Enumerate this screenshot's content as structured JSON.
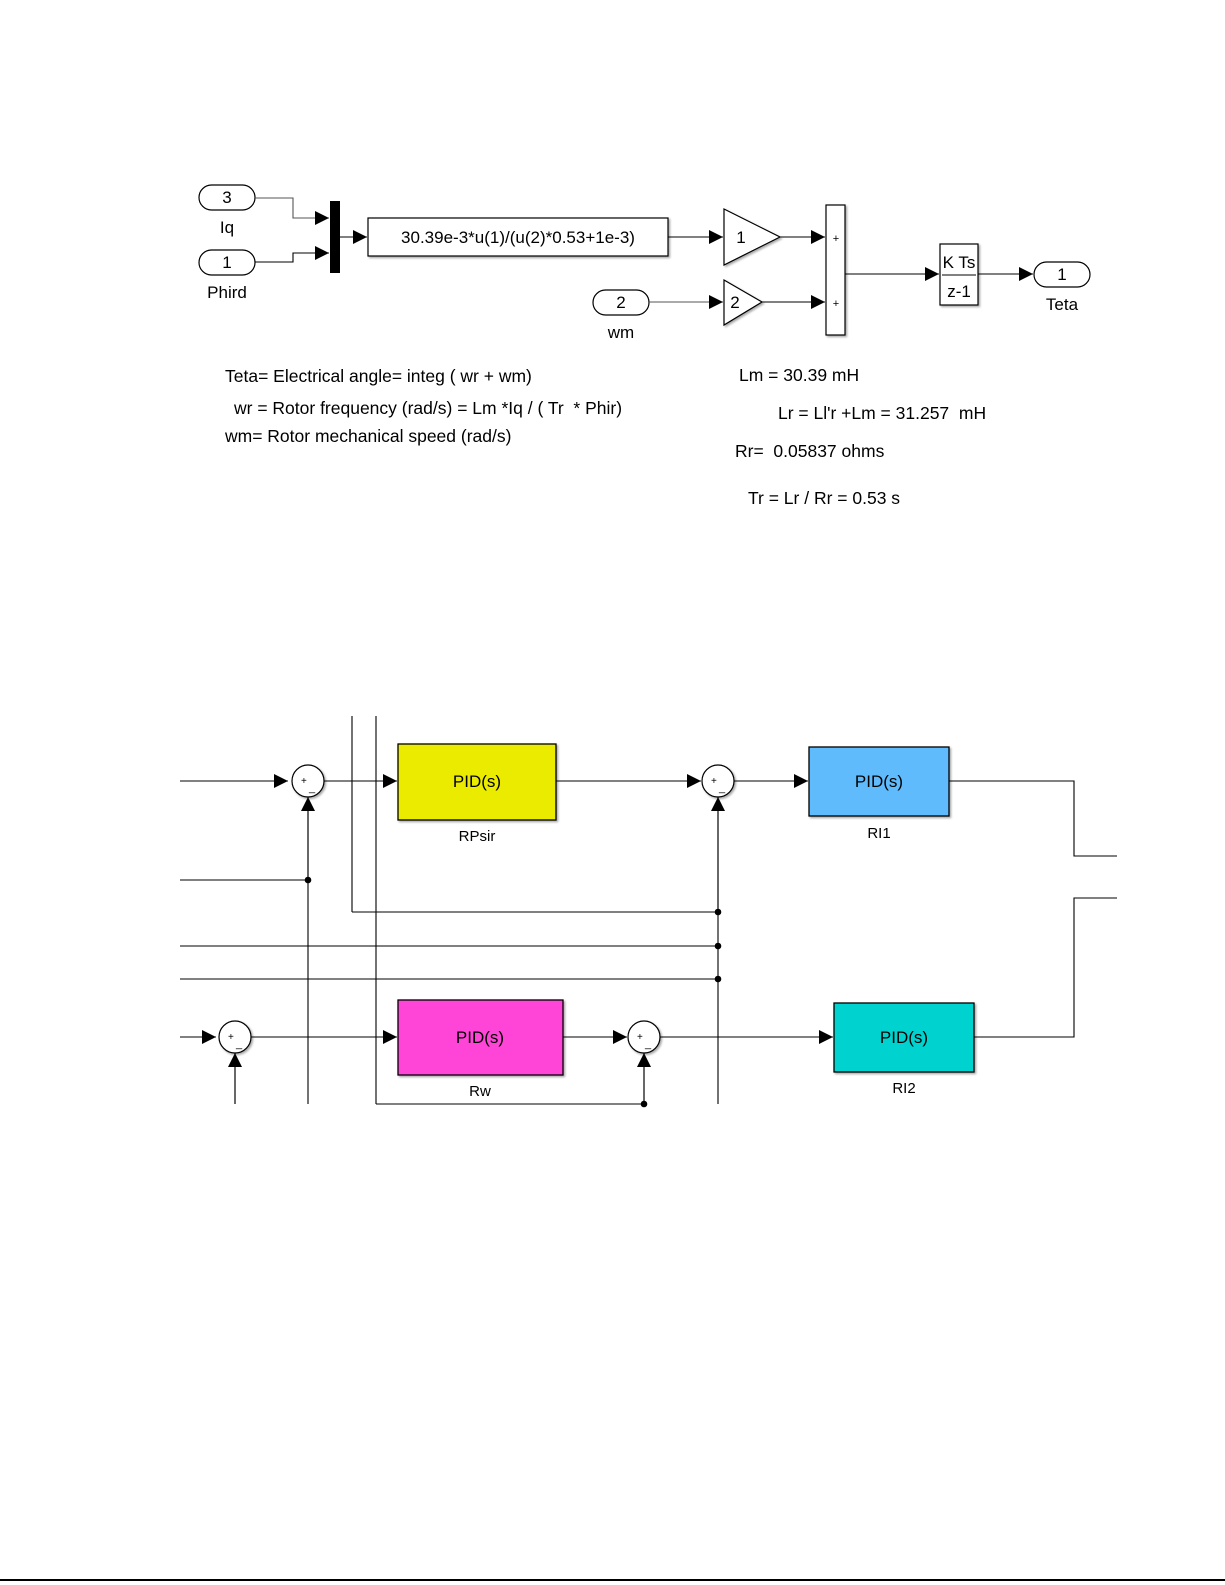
{
  "top_diagram": {
    "inports": [
      {
        "number": "3",
        "name": "Iq"
      },
      {
        "number": "1",
        "name": "Phird"
      },
      {
        "number": "2",
        "name": "wm"
      }
    ],
    "fcn_block": {
      "expression": "30.39e-3*u(1)/(u(2)*0.53+1e-3)"
    },
    "gains": [
      {
        "value": "1"
      },
      {
        "value": "2"
      }
    ],
    "sum_block": {
      "signs": [
        "+",
        "+"
      ]
    },
    "integrator": {
      "numerator": "K Ts",
      "denominator": "z-1"
    },
    "outport": {
      "number": "1",
      "name": "Teta"
    }
  },
  "notes_left": [
    "Teta= Electrical angle= integ ( wr + wm)",
    "wr = Rotor frequency (rad/s) = Lm *Iq / ( Tr  * Phir)",
    "wm= Rotor mechanical speed (rad/s)"
  ],
  "notes_right": [
    "Lm = 30.39 mH",
    "Lr = Ll'r +Lm = 31.257  mH",
    "Rr=  0.05837 ohms",
    "Tr = Lr / Rr = 0.53 s"
  ],
  "bottom_diagram": {
    "pid_blocks": [
      {
        "text": "PID(s)",
        "name": "RPsir",
        "color": "#ebeb00"
      },
      {
        "text": "PID(s)",
        "name": "RI1",
        "color": "#5fbbfc"
      },
      {
        "text": "PID(s)",
        "name": "Rw",
        "color": "#ff45d8"
      },
      {
        "text": "PID(s)",
        "name": "RI2",
        "color": "#00d3cf"
      }
    ],
    "sum_signs": {
      "plus": "+",
      "minus": "_"
    }
  }
}
